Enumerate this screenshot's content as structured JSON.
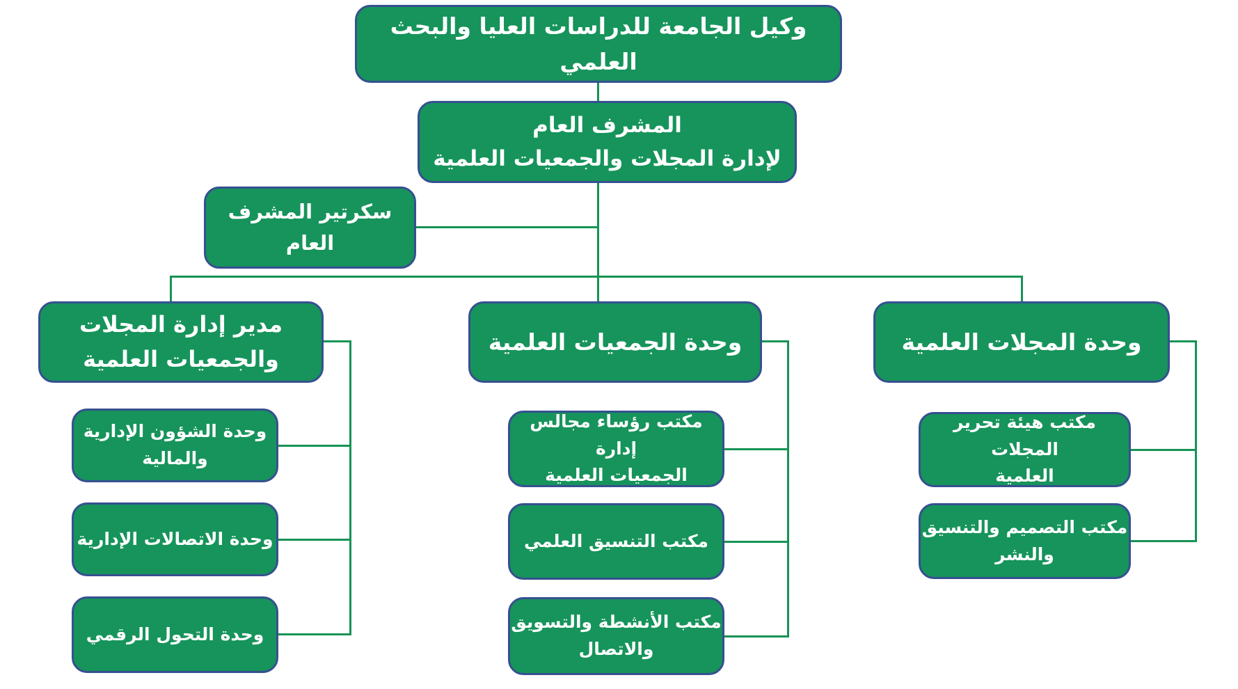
{
  "colors": {
    "node_fill": "#16945B",
    "node_border": "#365090",
    "node_text": "#FFFFFF",
    "connector": "#169355",
    "background": "#FFFFFF"
  },
  "nodes": {
    "vice_rector": {
      "label": "وكيل الجامعة للدراسات العليا والبحث العلمي"
    },
    "general_supervisor": {
      "label": "المشرف العام\nلإدارة المجلات والجمعيات العلمية"
    },
    "secretary": {
      "label": "سكرتير المشرف العام"
    },
    "director": {
      "label": "مدير إدارة المجلات\nوالجمعيات العلمية"
    },
    "societies_unit": {
      "label": "وحدة الجمعيات العلمية"
    },
    "journals_unit": {
      "label": "وحدة المجلات العلمية"
    },
    "admin_financial_unit": {
      "label": "وحدة الشؤون الإدارية\nوالمالية"
    },
    "admin_communications_unit": {
      "label": "وحدة الاتصالات الإدارية"
    },
    "digital_transformation_unit": {
      "label": "وحدة التحول الرقمي"
    },
    "society_boards_office": {
      "label": "مكتب رؤساء مجالس إدارة\nالجمعيات العلمية"
    },
    "scientific_coordination_office": {
      "label": "مكتب التنسيق العلمي"
    },
    "activities_marketing_office": {
      "label": "مكتب الأنشطة والتسويق\nوالاتصال"
    },
    "editorial_board_office": {
      "label": "مكتب هيئة تحرير المجلات\nالعلمية"
    },
    "design_publishing_office": {
      "label": "مكتب التصميم والتنسيق\nوالنشر"
    }
  }
}
